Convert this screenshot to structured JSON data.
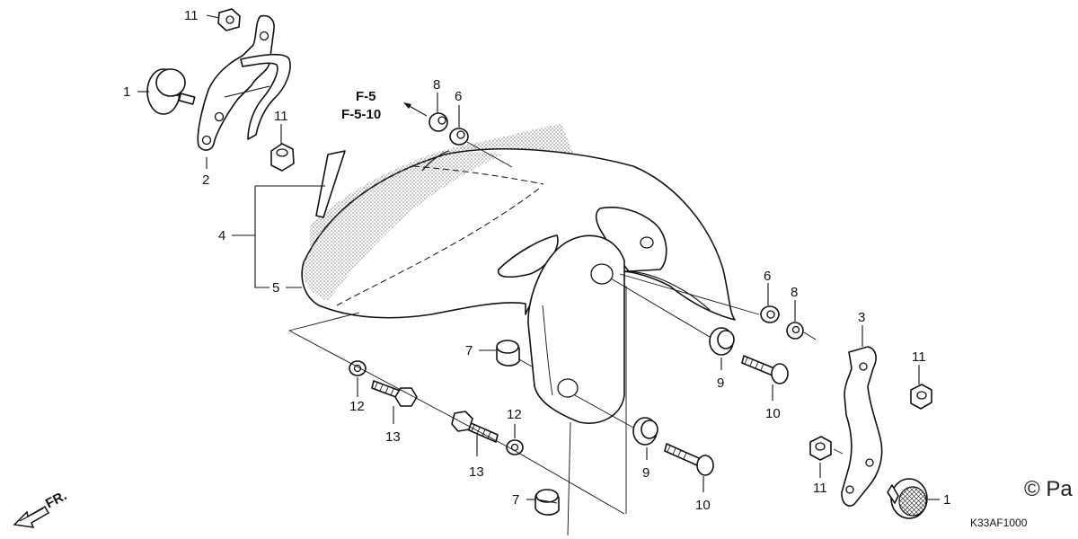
{
  "diagram": {
    "references": [
      "F-5",
      "F-5-10"
    ],
    "diagram_code": "K33AF1000",
    "copyright": "© Pa",
    "direction_label": "FR.",
    "callouts": {
      "c1_left": "1",
      "c1_right": "1",
      "c2": "2",
      "c3": "3",
      "c4": "4",
      "c5": "5",
      "c6_top": "6",
      "c6_right": "6",
      "c7_top": "7",
      "c7_bottom": "7",
      "c8_top": "8",
      "c8_right": "8",
      "c9_top": "9",
      "c9_bottom": "9",
      "c10_top": "10",
      "c10_bottom": "10",
      "c11_top": "11",
      "c11_left": "11",
      "c11_right": "11",
      "c11_bottom": "11",
      "c12_left": "12",
      "c12_mid": "12",
      "c13_left": "13",
      "c13_mid": "13"
    }
  }
}
